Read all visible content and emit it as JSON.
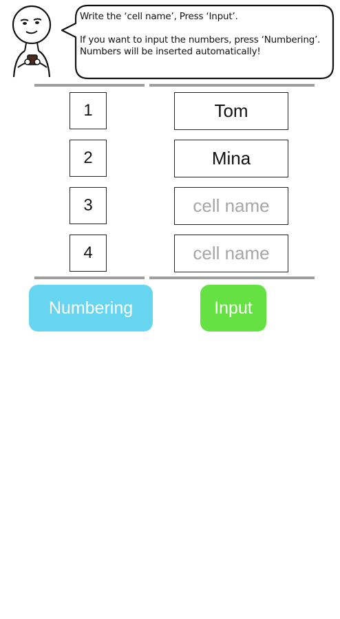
{
  "speech_bubble": {
    "line_1": "Write the ‘cell name’, Press ‘Input’.",
    "line_2": "If you want to input the numbers, press ‘Numbering’. Numbers will be inserted automatically!"
  },
  "rows": [
    {
      "number": "1",
      "name_value": "Tom",
      "name_placeholder": "cell name"
    },
    {
      "number": "2",
      "name_value": "Mina",
      "name_placeholder": "cell name"
    },
    {
      "number": "3",
      "name_value": "",
      "name_placeholder": "cell name"
    },
    {
      "number": "4",
      "name_value": "",
      "name_placeholder": "cell name"
    }
  ],
  "buttons": {
    "numbering_label": "Numbering",
    "input_label": "Input"
  },
  "colors": {
    "numbering_button": "#67d5ef",
    "input_button": "#66e143",
    "divider": "#9e9e9e",
    "placeholder": "#a6a6a6"
  },
  "icons": {
    "mascot": "mascot-character-icon"
  }
}
